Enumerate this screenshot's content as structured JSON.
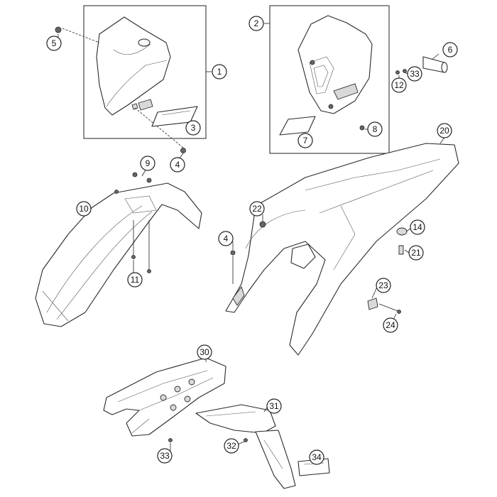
{
  "callouts": [
    {
      "id": "c1",
      "label": "1"
    },
    {
      "id": "c2",
      "label": "2"
    },
    {
      "id": "c3",
      "label": "3"
    },
    {
      "id": "c4a",
      "label": "4"
    },
    {
      "id": "c4b",
      "label": "4"
    },
    {
      "id": "c5",
      "label": "5"
    },
    {
      "id": "c6",
      "label": "6"
    },
    {
      "id": "c7",
      "label": "7"
    },
    {
      "id": "c8",
      "label": "8"
    },
    {
      "id": "c9",
      "label": "9"
    },
    {
      "id": "c10",
      "label": "10"
    },
    {
      "id": "c11",
      "label": "11"
    },
    {
      "id": "c12",
      "label": "12"
    },
    {
      "id": "c14",
      "label": "14"
    },
    {
      "id": "c20",
      "label": "20"
    },
    {
      "id": "c21",
      "label": "21"
    },
    {
      "id": "c22",
      "label": "22"
    },
    {
      "id": "c23",
      "label": "23"
    },
    {
      "id": "c24",
      "label": "24"
    },
    {
      "id": "c30",
      "label": "30"
    },
    {
      "id": "c31",
      "label": "31"
    },
    {
      "id": "c32",
      "label": "32"
    },
    {
      "id": "c33a",
      "label": "33"
    },
    {
      "id": "c33b",
      "label": "33"
    },
    {
      "id": "c34",
      "label": "34"
    }
  ]
}
